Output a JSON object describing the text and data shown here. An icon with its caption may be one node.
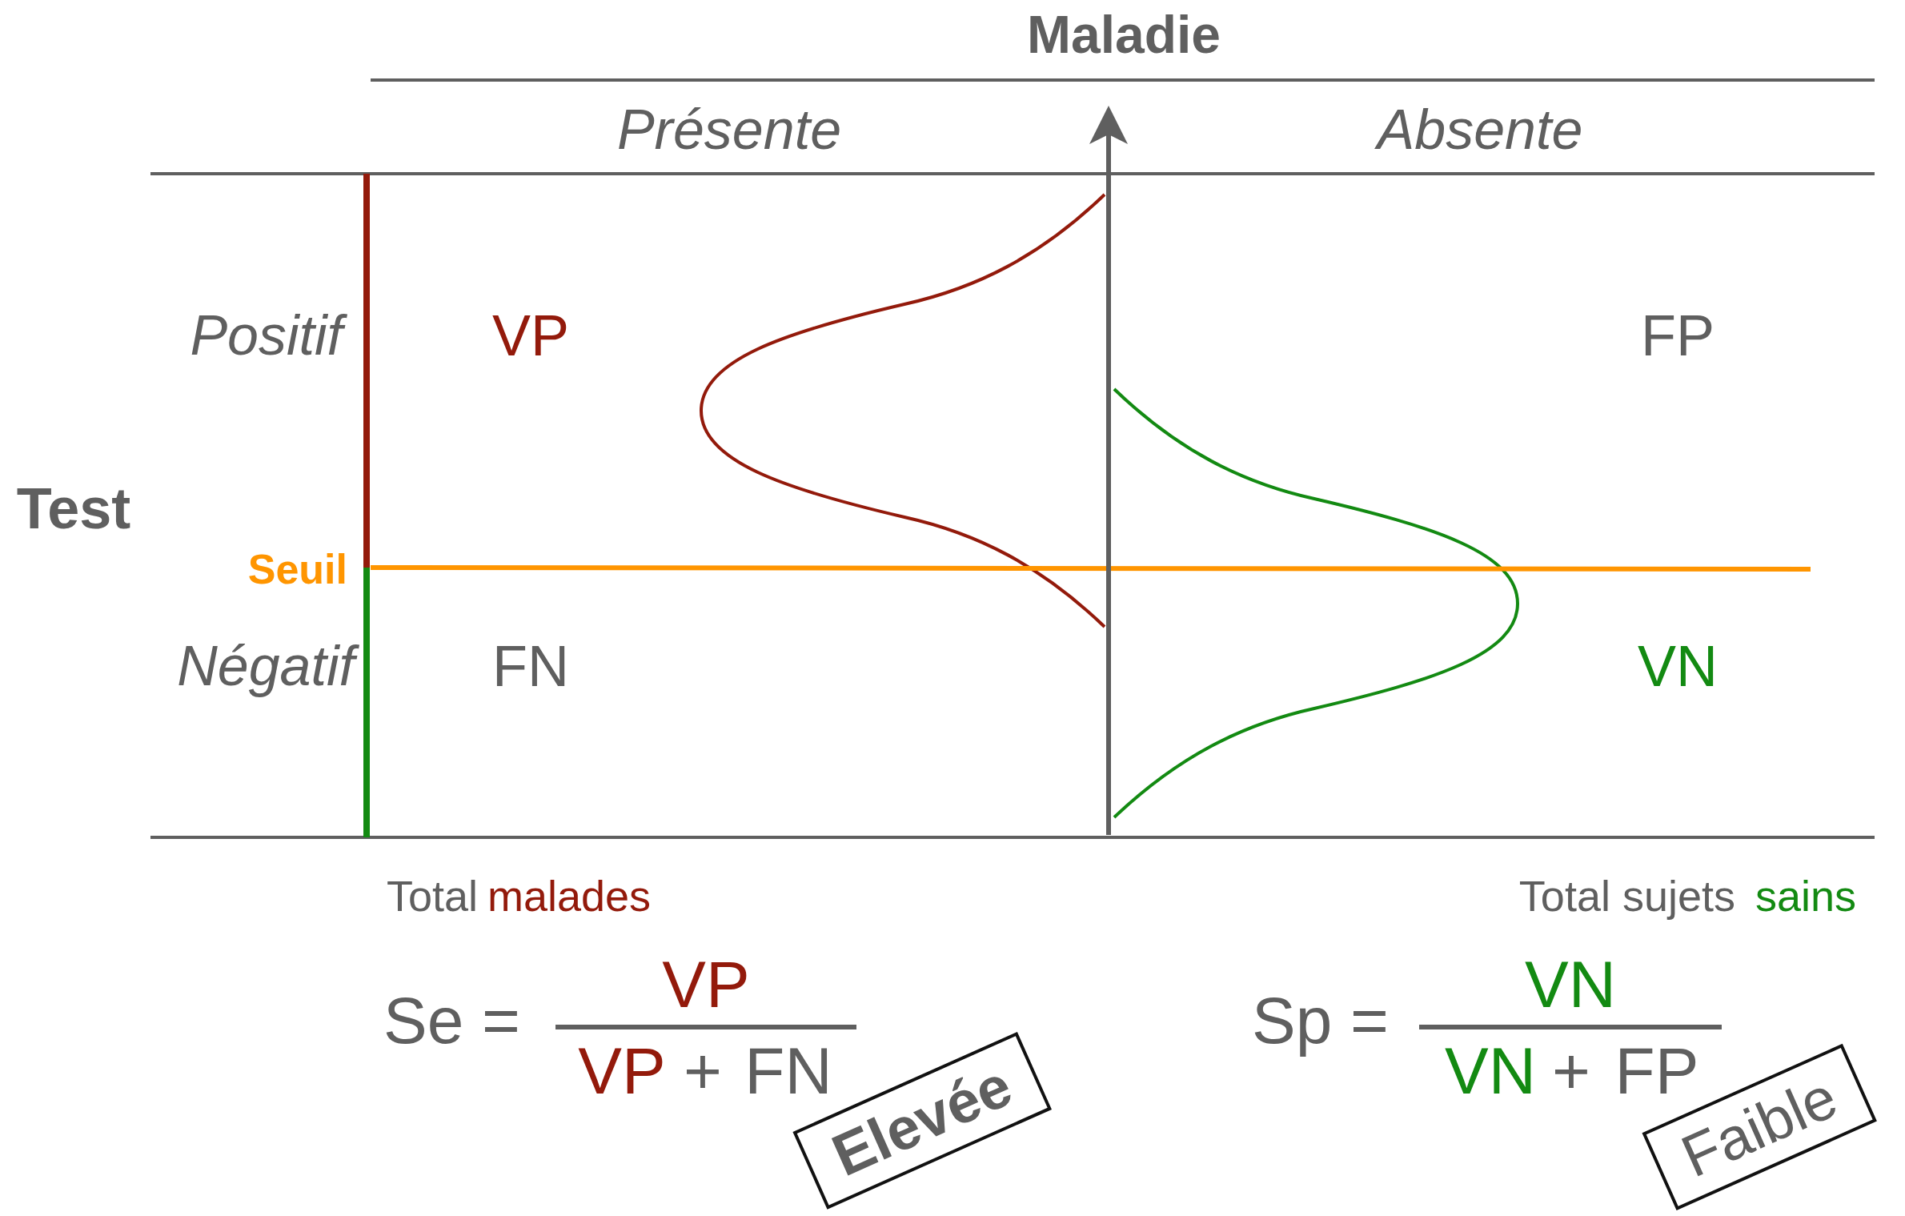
{
  "diagram": {
    "title": "Maladie",
    "nodes": [
      {
        "text": [
          "Elevée"
        ]
      },
      {
        "text": [
          "Faible"
        ]
      }
    ],
    "labels": [
      "Présente",
      "Absente",
      "Test",
      "Positif",
      "Seuil",
      "Négatif",
      "VP",
      "FP",
      "FN",
      "VN",
      "Total",
      "malades",
      "Total sujets",
      "sains",
      "Se =",
      "VP",
      "VP",
      "+",
      "FN",
      "Sp =",
      "VN",
      "VN",
      "+",
      "FP"
    ]
  }
}
